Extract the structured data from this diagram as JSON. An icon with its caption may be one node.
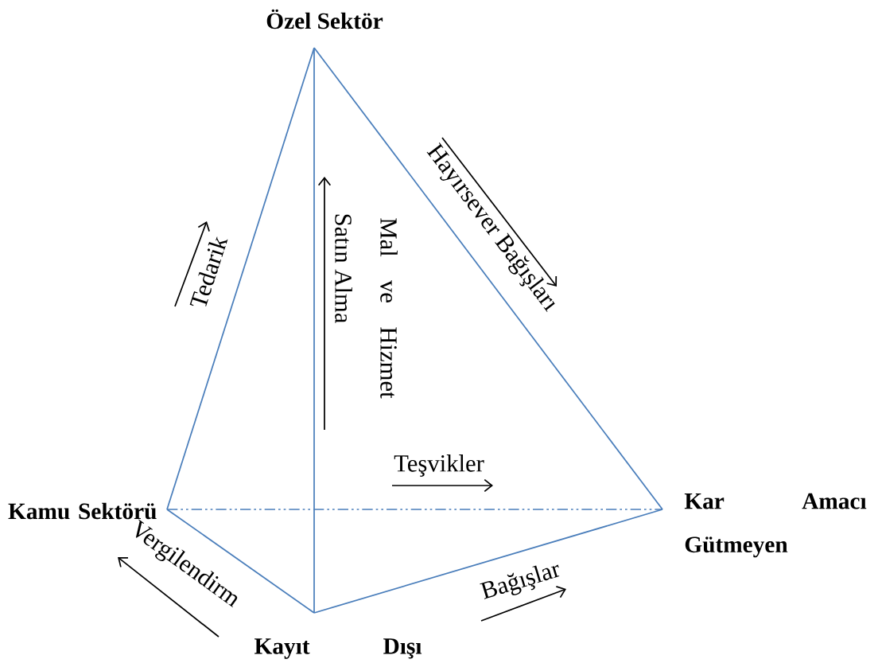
{
  "diagram": {
    "nodes": [
      {
        "text": [
          "Özel Sektör"
        ]
      },
      {
        "text": [
          "Kamu Sektörü"
        ]
      },
      {
        "text": [
          "Kar Amacı Gütmeyen"
        ]
      },
      {
        "text": [
          "Kayıt Dışı"
        ]
      }
    ],
    "edges": [
      {
        "from": 0,
        "to": 1,
        "arrow": "none"
      },
      {
        "from": 0,
        "to": 2,
        "arrow": "none"
      },
      {
        "from": 0,
        "to": 3,
        "arrow": "none"
      },
      {
        "from": 1,
        "to": 3,
        "arrow": "none"
      },
      {
        "from": 3,
        "to": 2,
        "arrow": "none"
      },
      {
        "from": 1,
        "to": 2,
        "arrow": "none",
        "style": "dashed"
      }
    ],
    "labels": [
      "Hayırsever Bağışları",
      "Tedarik",
      "Satın Alma",
      "Mal ve Hizmet",
      "Teşvikler",
      "Vergilendirm",
      "Bağışlar"
    ]
  }
}
